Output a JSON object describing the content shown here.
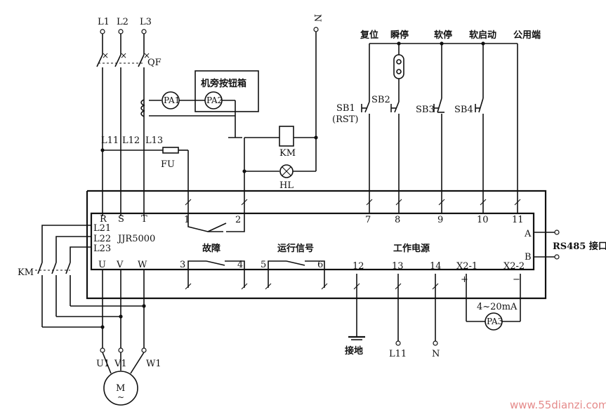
{
  "supply": {
    "phase_labels": [
      "L1",
      "L2",
      "L3"
    ],
    "neutral_label": "N",
    "breaker_label": "QF"
  },
  "branch_labels": [
    "L11",
    "L12",
    "L13"
  ],
  "fuse_label": "FU",
  "button_box_label": "机旁按钮箱",
  "ammeter_labels": {
    "pa1": "PA1",
    "pa2": "PA2",
    "pa3": "PA3"
  },
  "coil_label": "KM",
  "lamp_label": "HL",
  "buttons": {
    "reset_title": "复位",
    "instant_stop_title": "瞬停",
    "soft_stop_title": "软停",
    "soft_start_title": "软启动",
    "common_title": "公用端",
    "sb1": "SB1",
    "sb1_sub": "(RST)",
    "sb2": "SB2",
    "sb3": "SB3",
    "sb4": "SB4"
  },
  "starter": {
    "model": "JJR5000",
    "input_labels": [
      "R",
      "S",
      "T"
    ],
    "inline_labels": [
      "L21",
      "L22",
      "L23"
    ],
    "output_labels": [
      "U",
      "V",
      "W"
    ],
    "top_terminals": [
      "1",
      "2",
      "7",
      "8",
      "9",
      "10",
      "11"
    ],
    "fault_label": "故障",
    "run_signal_label": "运行信号",
    "power_label": "工作电源",
    "bottom_terminals": [
      "3",
      "4",
      "5",
      "6",
      "12",
      "13",
      "14"
    ],
    "analog_labels": [
      "X2-1",
      "X2-2"
    ],
    "port_a": "A",
    "port_b": "B"
  },
  "rs485_label": "RS485 接口",
  "analog": {
    "plus": "+",
    "minus": "−",
    "range": "4~20mA"
  },
  "ground_label": "接地",
  "power_feed_labels": [
    "L11",
    "N"
  ],
  "bypass_contactor_label": "KM",
  "motor": {
    "terminal_labels": [
      "U1",
      "V1",
      "W1"
    ],
    "symbol": "M",
    "tilde": "~"
  },
  "watermark": "www.55dianzi.com"
}
